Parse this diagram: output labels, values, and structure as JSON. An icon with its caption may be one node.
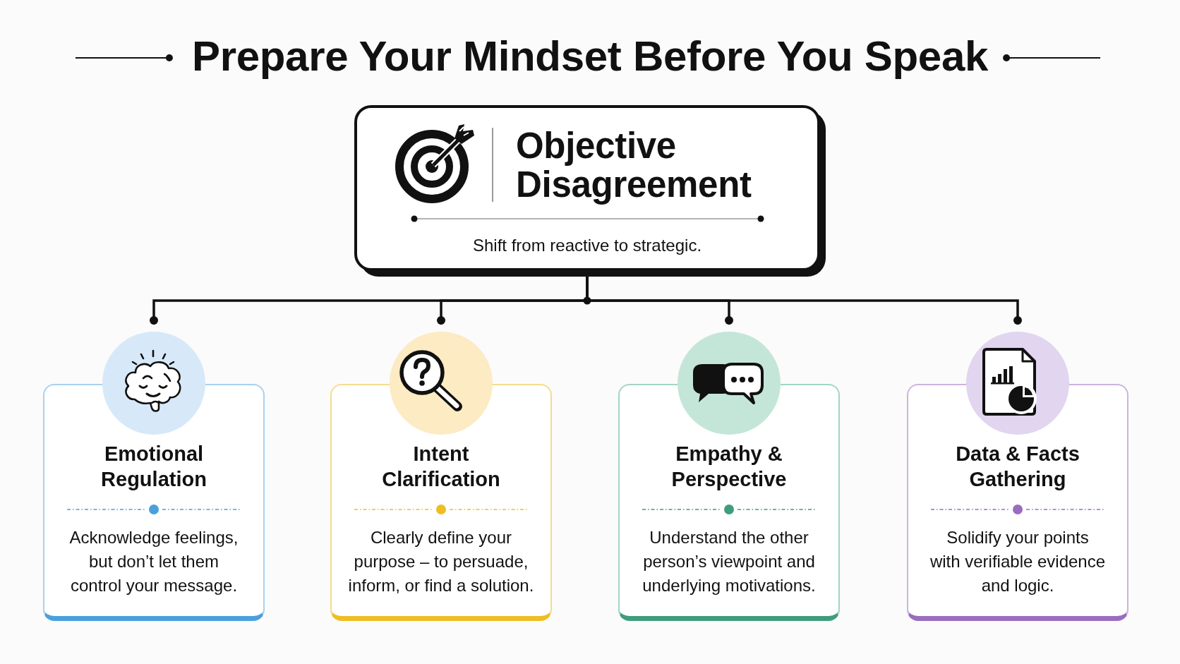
{
  "diagram": {
    "title": "Prepare Your Mindset Before You Speak",
    "nodes": [
      {
        "text": [
          "Objective Disagreement",
          "Shift from reactive to strategic."
        ]
      },
      {
        "text": [
          "Emotional Regulation",
          "Acknowledge feelings, but don’t let them control your message."
        ]
      },
      {
        "text": [
          "Intent Clarification",
          "Clearly define your purpose – to persuade, inform, or find a solution."
        ]
      },
      {
        "text": [
          "Empathy & Perspective",
          "Understand the other person’s viewpoint and underlying motivations."
        ]
      },
      {
        "text": [
          "Data & Facts Gathering",
          "Solidify your points with verifiable evidence and logic."
        ]
      }
    ],
    "edges": [
      {
        "from": 0,
        "to": 1,
        "arrow": "other"
      },
      {
        "from": 0,
        "to": 2,
        "arrow": "other"
      },
      {
        "from": 0,
        "to": 3,
        "arrow": "other"
      },
      {
        "from": 0,
        "to": 4,
        "arrow": "other"
      }
    ]
  }
}
